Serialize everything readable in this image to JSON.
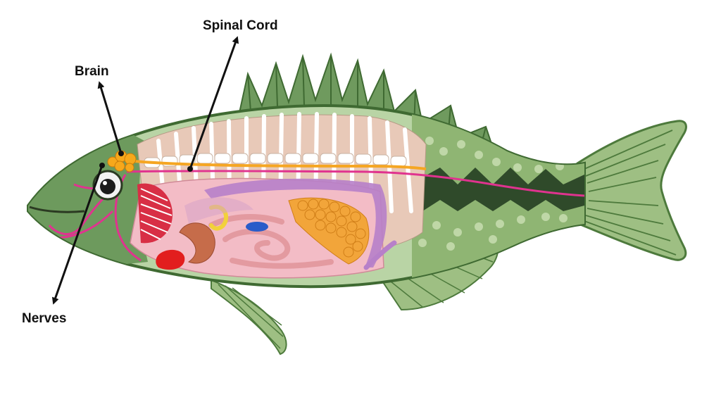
{
  "labels": {
    "spinal_cord": "Spinal Cord",
    "brain": "Brain",
    "nerves": "Nerves"
  },
  "colors": {
    "body_green": "#7fa66a",
    "dark_green": "#3f6a32",
    "spinal_cord": "#f5a623",
    "nerves": "#e0338f",
    "brain": "#f7a81b",
    "gills": "#d82f45",
    "liver": "#f2a53a",
    "heart": "#e21e1e",
    "body_cavity": "#f3bcc6",
    "bone": "#ffffff"
  }
}
